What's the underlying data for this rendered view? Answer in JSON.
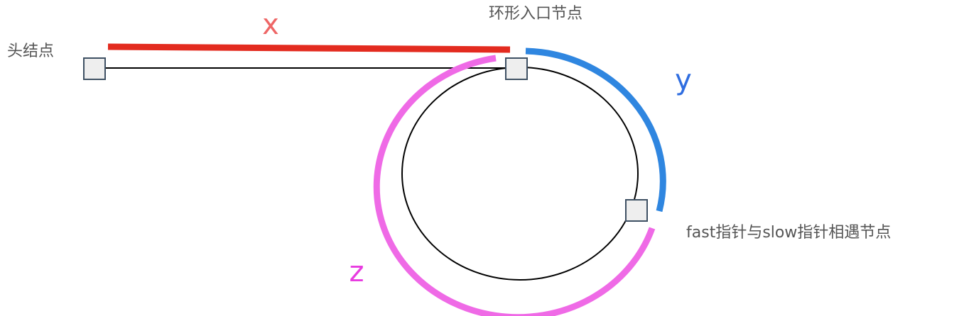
{
  "labels": {
    "head_node": "头结点",
    "entry_node": "环形入口节点",
    "meet_node": "fast指针与slow指针相遇节点"
  },
  "segments": {
    "x": {
      "label": "x",
      "color": "#e32b1f",
      "label_color": "#ee6666"
    },
    "y": {
      "label": "y",
      "color": "#2f86e0",
      "label_color": "#2f6de0"
    },
    "z": {
      "label": "z",
      "color": "#ef6ae6",
      "label_color": "#e83ce0"
    }
  },
  "colors": {
    "line": "#000000",
    "node_fill": "#eeeeee",
    "node_stroke": "#3e5063"
  }
}
